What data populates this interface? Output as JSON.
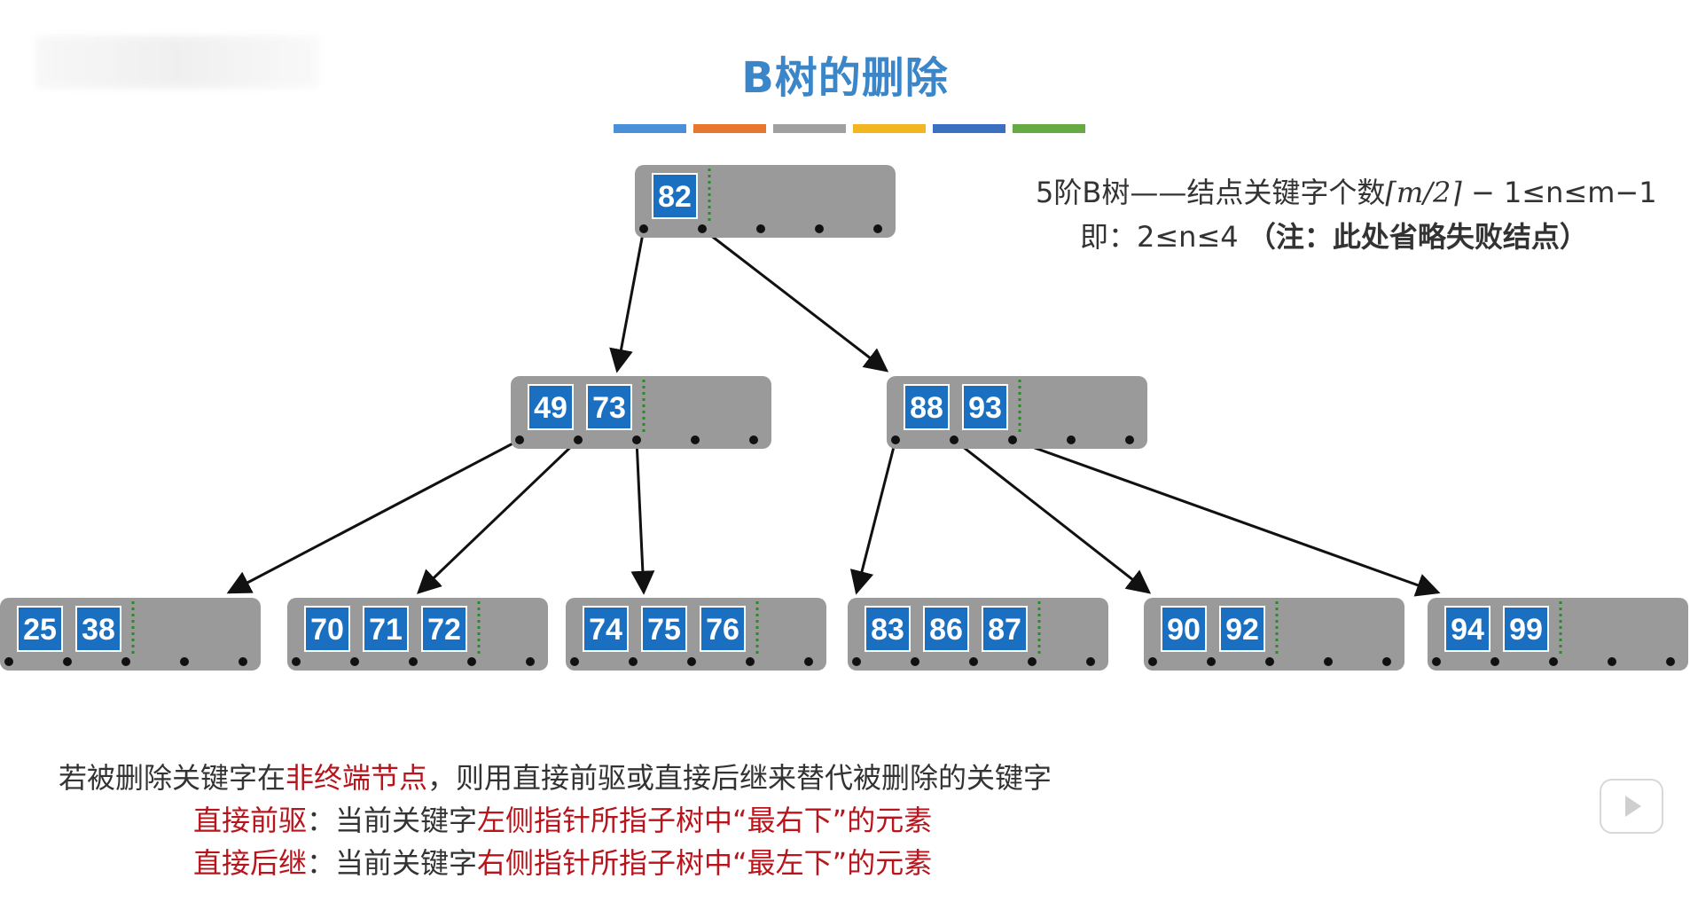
{
  "title": "B树的删除",
  "color_bar": [
    "#4a90d9",
    "#e8772e",
    "#a0a0a0",
    "#f2b720",
    "#3b6fc2",
    "#66aa44"
  ],
  "formula_line1_prefix": "5阶B树——结点关键字个数",
  "formula_ceil": "⌈m/2⌉",
  "formula_line1_suffix": " − 1≤n≤m−1",
  "formula_line2_prefix": "即：2≤n≤4",
  "formula_line2_note": "（注：此处省略失败结点）",
  "tree": {
    "root": {
      "id": "r",
      "keys": [
        "82"
      ]
    },
    "level1": [
      {
        "id": "a",
        "keys": [
          "49",
          "73"
        ]
      },
      {
        "id": "b",
        "keys": [
          "88",
          "93"
        ]
      }
    ],
    "leaves": [
      {
        "id": "l1",
        "keys": [
          "25",
          "38"
        ]
      },
      {
        "id": "l2",
        "keys": [
          "70",
          "71",
          "72"
        ]
      },
      {
        "id": "l3",
        "keys": [
          "74",
          "75",
          "76"
        ]
      },
      {
        "id": "l4",
        "keys": [
          "83",
          "86",
          "87"
        ]
      },
      {
        "id": "l5",
        "keys": [
          "90",
          "92"
        ]
      },
      {
        "id": "l6",
        "keys": [
          "94",
          "99"
        ]
      }
    ]
  },
  "bottom": {
    "line1_a": "若被删除关键字在",
    "line1_b": "非终端节点",
    "line1_c": "，则用直接前驱或直接后继来替代被删除的关键字",
    "line2_a": "直接前驱",
    "line2_b": "：当前关键字",
    "line2_c": "左侧指针所指子树中“最右下”的元素",
    "line3_a": "直接后继",
    "line3_b": "：当前关键字",
    "line3_c": "右侧指针所指子树中“最左下”的元素"
  },
  "colors": {
    "node_bg": "#9a9a9a",
    "key_bg": "#1a6fc0",
    "divider": "#2a8a2a",
    "accent_red": "#b8141c",
    "title_blue": "#3a86c8"
  }
}
